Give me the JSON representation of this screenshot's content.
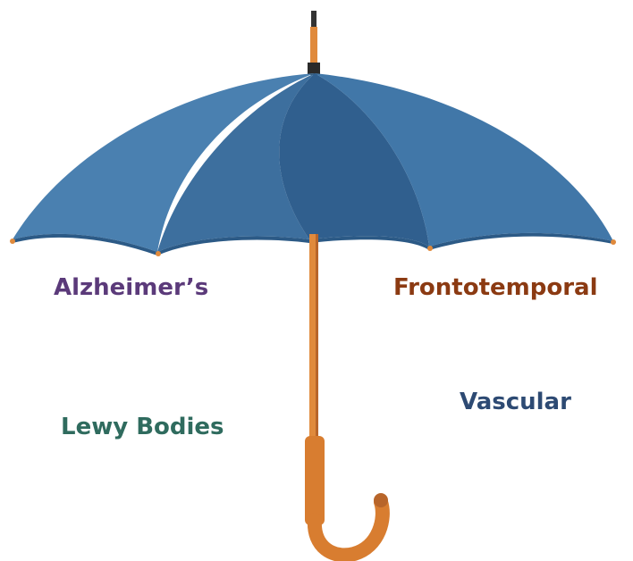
{
  "colors": {
    "canopy": "#3d6f9e",
    "canopy_light": "#4a80b0",
    "canopy_dark": "#2c5a86",
    "canopy_center": "#305f8e",
    "shaft": "#e08a3c",
    "shaft_dark": "#b8652a",
    "tip": "#333333"
  },
  "labels": {
    "alzheimers": {
      "text": "Alzheimer’s",
      "color": "#5b3a7a"
    },
    "frontotemporal": {
      "text": "Frontotemporal",
      "color": "#8b3a12"
    },
    "lewy_bodies": {
      "text": "Lewy Bodies",
      "color": "#2f6b5e"
    },
    "vascular": {
      "text": "Vascular",
      "color": "#2d4a73"
    }
  }
}
